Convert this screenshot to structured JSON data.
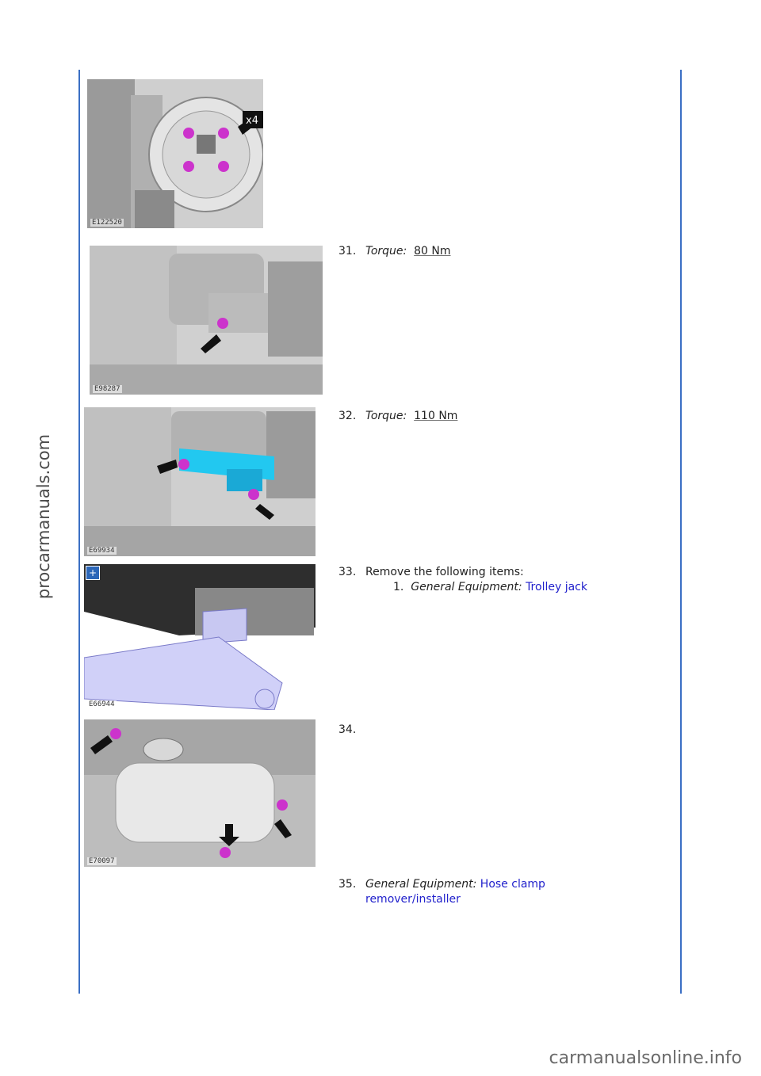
{
  "watermark_side": "procarmanuals.com",
  "watermark_footer": "carmanualsonline.info",
  "images": [
    {
      "code": "E122520",
      "callout": "x4"
    },
    {
      "code": "E98287"
    },
    {
      "code": "E69934"
    },
    {
      "code": "E66944"
    },
    {
      "code": "E70097"
    }
  ],
  "steps": [
    {
      "num": "31.",
      "label": "Torque:",
      "value": "80 Nm"
    },
    {
      "num": "32.",
      "label": "Torque:",
      "value": "110 Nm"
    },
    {
      "num": "33.",
      "text": "Remove the following items:",
      "sub_num": "1.",
      "sub_label": "General Equipment:",
      "sub_value": "Trolley jack"
    },
    {
      "num": "34."
    },
    {
      "num": "35.",
      "label": "General Equipment:",
      "value_line1": "Hose clamp",
      "value_line2": "remover/installer"
    }
  ]
}
